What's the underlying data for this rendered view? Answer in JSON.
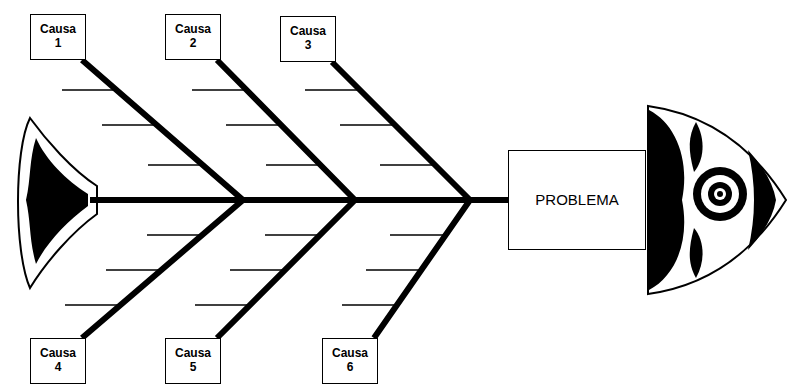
{
  "diagram": {
    "nodes": [
      {
        "text": [
          "Causa 1"
        ]
      },
      {
        "text": [
          "Causa 2"
        ]
      },
      {
        "text": [
          "Causa 3"
        ]
      },
      {
        "text": [
          "PROBLEMA"
        ]
      },
      {
        "text": [
          "Causa 4"
        ]
      },
      {
        "text": [
          "Causa 5"
        ]
      },
      {
        "text": [
          "Causa 6"
        ]
      }
    ],
    "edges": [
      {
        "from": 0,
        "to": 3,
        "arrow": "none"
      },
      {
        "from": 1,
        "to": 3,
        "arrow": "none"
      },
      {
        "from": 2,
        "to": 3,
        "arrow": "none"
      },
      {
        "from": 4,
        "to": 3,
        "arrow": "none"
      },
      {
        "from": 5,
        "to": 3,
        "arrow": "none"
      },
      {
        "from": 6,
        "to": 3,
        "arrow": "none"
      }
    ]
  }
}
